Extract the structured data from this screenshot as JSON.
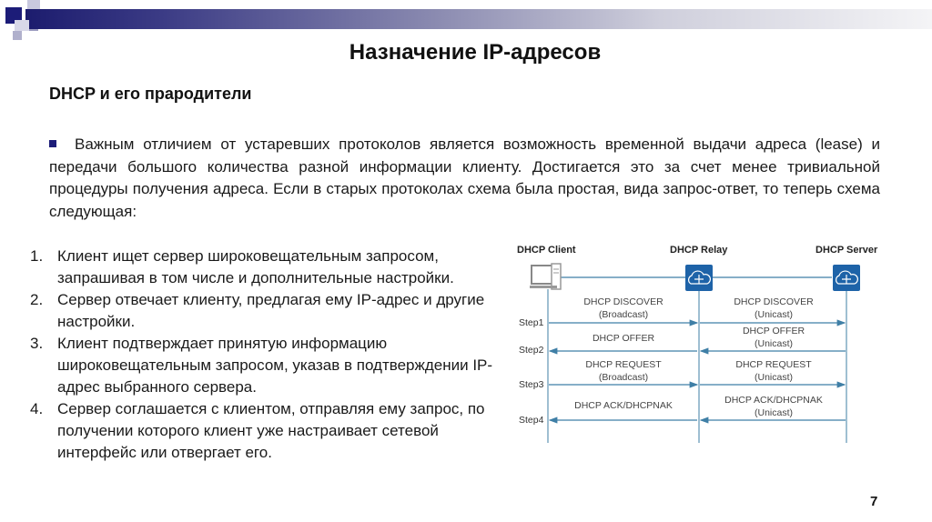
{
  "slide": {
    "title": "Назначение IP-адресов",
    "subtitle": "DHCP и его прародители",
    "paragraph": "Важным отличием от устаревших протоколов является возможность временной выдачи адреса (lease) и передачи большого количества разной информации клиенту. Достигается это за счет менее тривиальной процедуры получения адреса. Если в старых протоколах схема была простая, вида запрос-ответ, то теперь схема следующая:",
    "steps": [
      {
        "num": "1.",
        "text": "Клиент ищет сервер широковещательным запросом, запрашивая в том числе и дополнительные настройки."
      },
      {
        "num": "2.",
        "text": "Сервер отвечает клиенту, предлагая ему IP-адрес и другие настройки."
      },
      {
        "num": "3.",
        "text": "Клиент подтверждает принятую информацию широковещательным запросом, указав в подтверждении IP-адрес выбранного сервера."
      },
      {
        "num": "4.",
        "text": "Сервер соглашается с клиентом, отправляя ему запрос, по получении которого клиент уже настраивает сетевой интерфейс или отвергает его."
      }
    ],
    "page_number": "7"
  },
  "diagram": {
    "nodes": {
      "client": "DHCP Client",
      "relay": "DHCP Relay",
      "server": "DHCP Server"
    },
    "step_labels": [
      "Step1",
      "Step2",
      "Step3",
      "Step4"
    ],
    "messages": {
      "s1_left_1": "DHCP DISCOVER",
      "s1_left_2": "(Broadcast)",
      "s1_right_1": "DHCP DISCOVER",
      "s1_right_2": "(Unicast)",
      "s2_left_1": "DHCP OFFER",
      "s2_right_1": "DHCP OFFER",
      "s2_right_2": "(Unicast)",
      "s3_left_1": "DHCP REQUEST",
      "s3_left_2": "(Broadcast)",
      "s3_right_1": "DHCP REQUEST",
      "s3_right_2": "(Unicast)",
      "s4_left_1": "DHCP ACK/DHCPNAK",
      "s4_right_1": "DHCP ACK/DHCPNAK",
      "s4_right_2": "(Unicast)"
    },
    "colors": {
      "line": "#3f7fa6",
      "device": "#1e63a8"
    }
  }
}
